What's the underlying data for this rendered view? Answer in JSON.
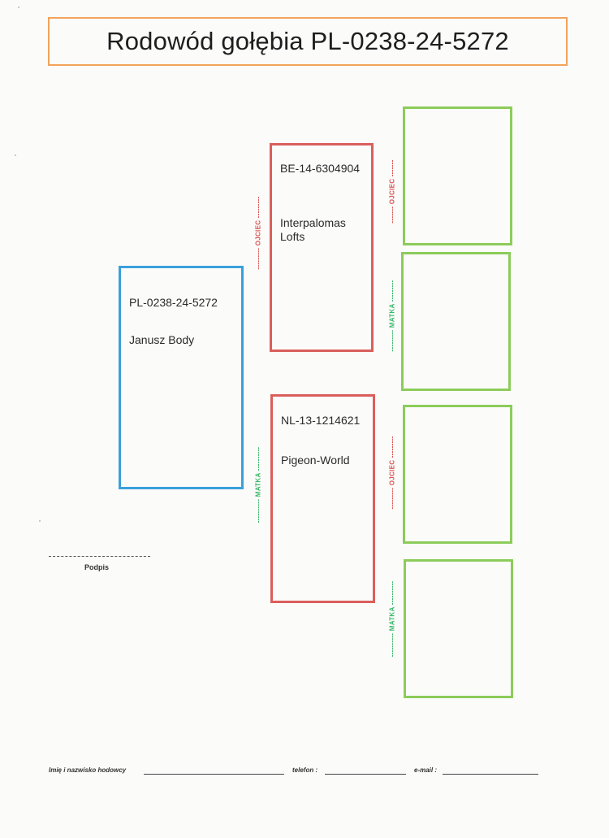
{
  "title": "Rodowód gołębia PL-0238-24-5272",
  "colors": {
    "title_border": "#f2a35a",
    "subject_border": "#3aa0dc",
    "parent_border": "#d95f5b",
    "grandparent_border": "#8ccc5a",
    "ojciec_label": "#d9534f",
    "matka_label": "#3bb86a"
  },
  "subject": {
    "ring": "PL-0238-24-5272",
    "owner": "Janusz Body"
  },
  "father": {
    "ring": "BE-14-6304904",
    "owner": "Interpalomas Lofts",
    "label": "--------- OJCIEC ---------"
  },
  "mother": {
    "ring": "NL-13-1214621",
    "owner": "Pigeon-World",
    "label": "---------- MATKA ----------"
  },
  "grandparents": {
    "father_father_label": "------- OJCIEC -------",
    "father_mother_label": "--------- MATKA ---------",
    "mother_father_label": "--------- OJCIEC ---------",
    "mother_mother_label": "---------- MATKA ----------"
  },
  "signature": {
    "label": "Podpis"
  },
  "footer": {
    "name_label": "Imię i nazwisko hodowcy",
    "phone_label": "telefon :",
    "email_label": "e-mail :"
  }
}
